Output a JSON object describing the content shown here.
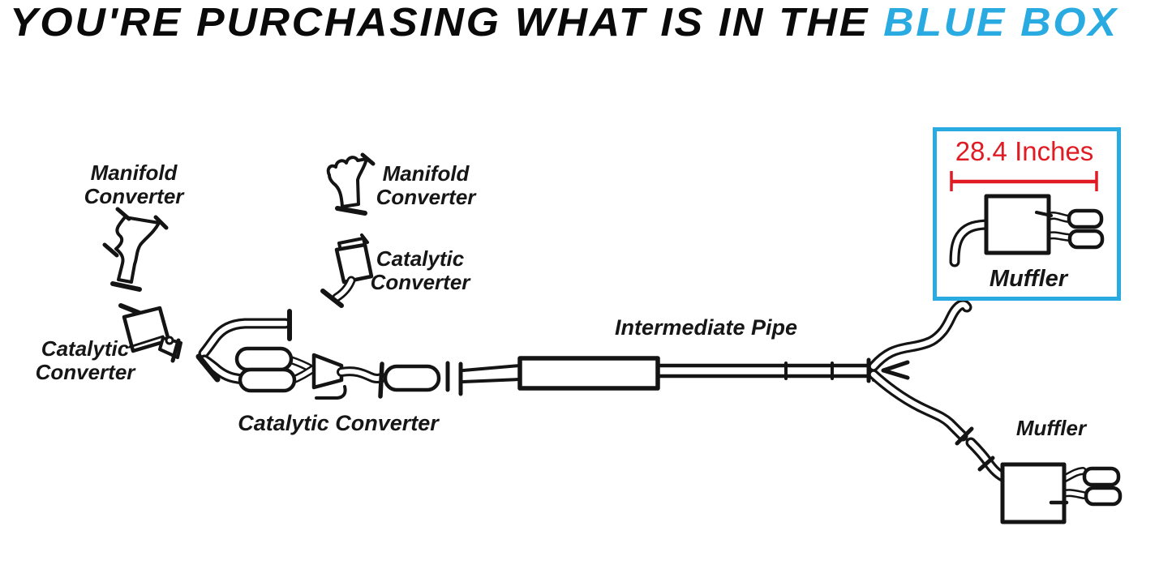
{
  "title": {
    "prefix": "YOU'RE PURCHASING WHAT IS IN THE ",
    "highlight": "BLUE BOX"
  },
  "colors": {
    "title_text": "#0A0A0A",
    "highlight_blue": "#29ABE2",
    "box_border_blue": "#29ABE2",
    "measurement_red": "#E01B24",
    "line_art": "#141414",
    "background": "#FFFFFF"
  },
  "blue_box": {
    "measurement_label": "28.4 Inches",
    "part_label": "Muffler"
  },
  "part_labels": {
    "manifold_converter_left": {
      "line1": "Manifold",
      "line2": "Converter"
    },
    "manifold_converter_mid": {
      "line1": "Manifold",
      "line2": "Converter"
    },
    "catalytic_converter_mid": {
      "line1": "Catalytic",
      "line2": "Converter"
    },
    "catalytic_converter_left": {
      "line1": "Catalytic",
      "line2": "Converter"
    },
    "catalytic_converter_main": "Catalytic Converter",
    "intermediate_pipe": "Intermediate Pipe",
    "muffler_lower": "Muffler"
  }
}
